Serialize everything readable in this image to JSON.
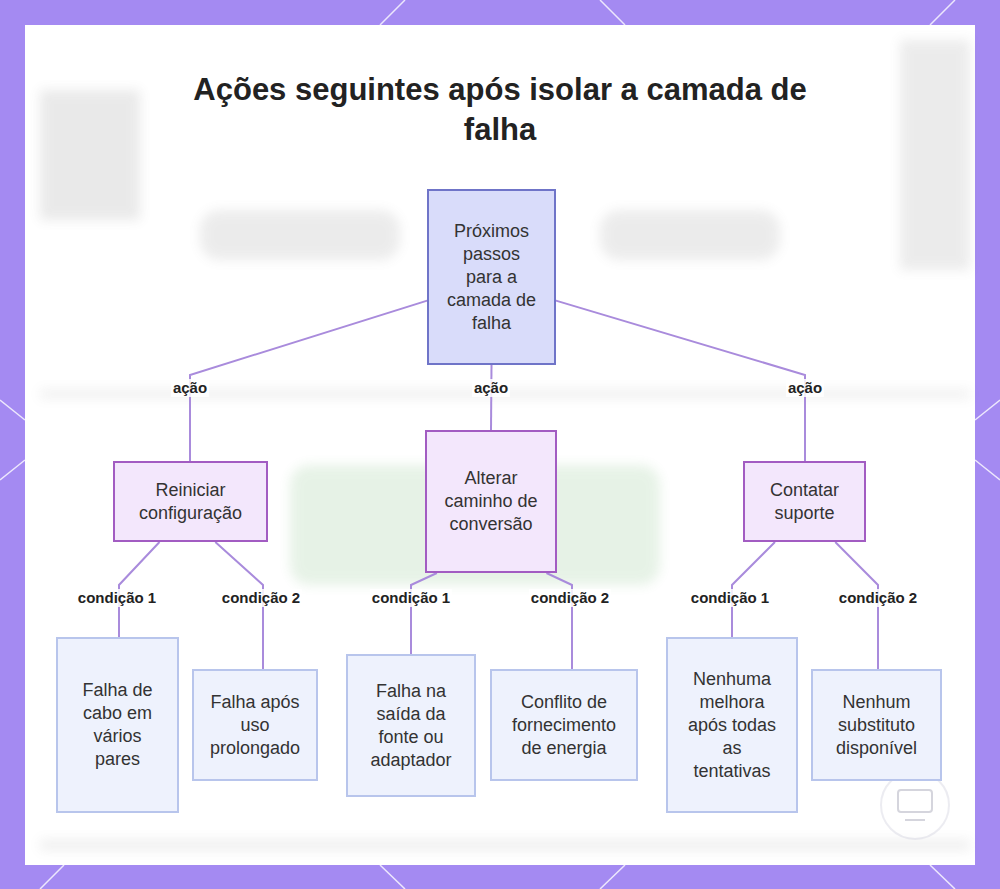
{
  "diagram": {
    "title": "Ações seguintes após isolar a camada de falha",
    "nodes": [
      {
        "text": [
          "Próximos passos para a camada de falha"
        ]
      },
      {
        "text": [
          "Reiniciar configuração"
        ]
      },
      {
        "text": [
          "Alterar caminho de conversão"
        ]
      },
      {
        "text": [
          "Contatar suporte"
        ]
      },
      {
        "text": [
          "Falha de cabo em vários pares"
        ]
      },
      {
        "text": [
          "Falha após uso prolongado"
        ]
      },
      {
        "text": [
          "Falha na saída da fonte ou adaptador"
        ]
      },
      {
        "text": [
          "Conflito de fornecimento de energia"
        ]
      },
      {
        "text": [
          "Nenhuma melhora após todas as tentativas"
        ]
      },
      {
        "text": [
          "Nenhum substituto disponível"
        ]
      }
    ],
    "edges": [
      {
        "from": 0,
        "to": 1,
        "label": "ação",
        "arrow": "none"
      },
      {
        "from": 0,
        "to": 2,
        "label": "ação",
        "arrow": "none"
      },
      {
        "from": 0,
        "to": 3,
        "label": "ação",
        "arrow": "none"
      },
      {
        "from": 1,
        "to": 4,
        "label": "condição 1",
        "arrow": "none"
      },
      {
        "from": 1,
        "to": 5,
        "label": "condição 2",
        "arrow": "none"
      },
      {
        "from": 2,
        "to": 6,
        "label": "condição 1",
        "arrow": "none"
      },
      {
        "from": 2,
        "to": 7,
        "label": "condição 2",
        "arrow": "none"
      },
      {
        "from": 3,
        "to": 8,
        "label": "condição 1",
        "arrow": "none"
      },
      {
        "from": 3,
        "to": 9,
        "label": "condição 2",
        "arrow": "none"
      }
    ]
  }
}
